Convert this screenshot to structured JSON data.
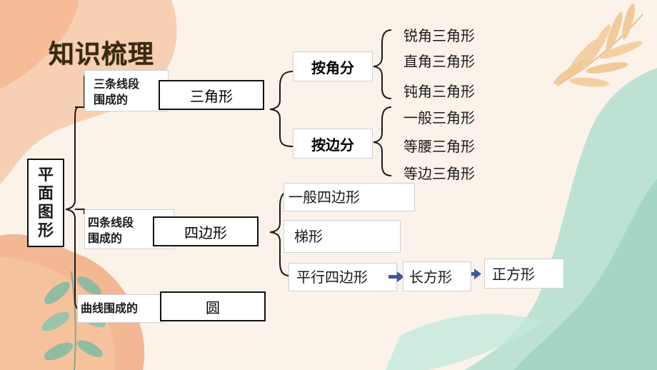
{
  "title": "知识梳理",
  "root": {
    "label": "平面图形"
  },
  "categories": [
    {
      "condition": "三条线段\n围成的",
      "shape": "三角形"
    },
    {
      "condition": "四条线段\n围成的",
      "shape": "四边形"
    },
    {
      "condition": "曲线围成的",
      "shape": "圆"
    }
  ],
  "triangle": {
    "by_angle": {
      "label": "按角分",
      "items": [
        "锐角三角形",
        "直角三角形",
        "钝角三角形"
      ]
    },
    "by_side": {
      "label": "按边分",
      "items": [
        "一般三角形",
        "等腰三角形",
        "等边三角形"
      ]
    }
  },
  "quadrilateral": {
    "items": [
      "一般四边形",
      "梯形",
      "平行四边形"
    ],
    "chain": [
      "长方形",
      "正方形"
    ]
  },
  "colors": {
    "accent_orange": "#f5b98f",
    "accent_teal": "#a9d9c9",
    "arrow_blue": "#3e5a99"
  }
}
